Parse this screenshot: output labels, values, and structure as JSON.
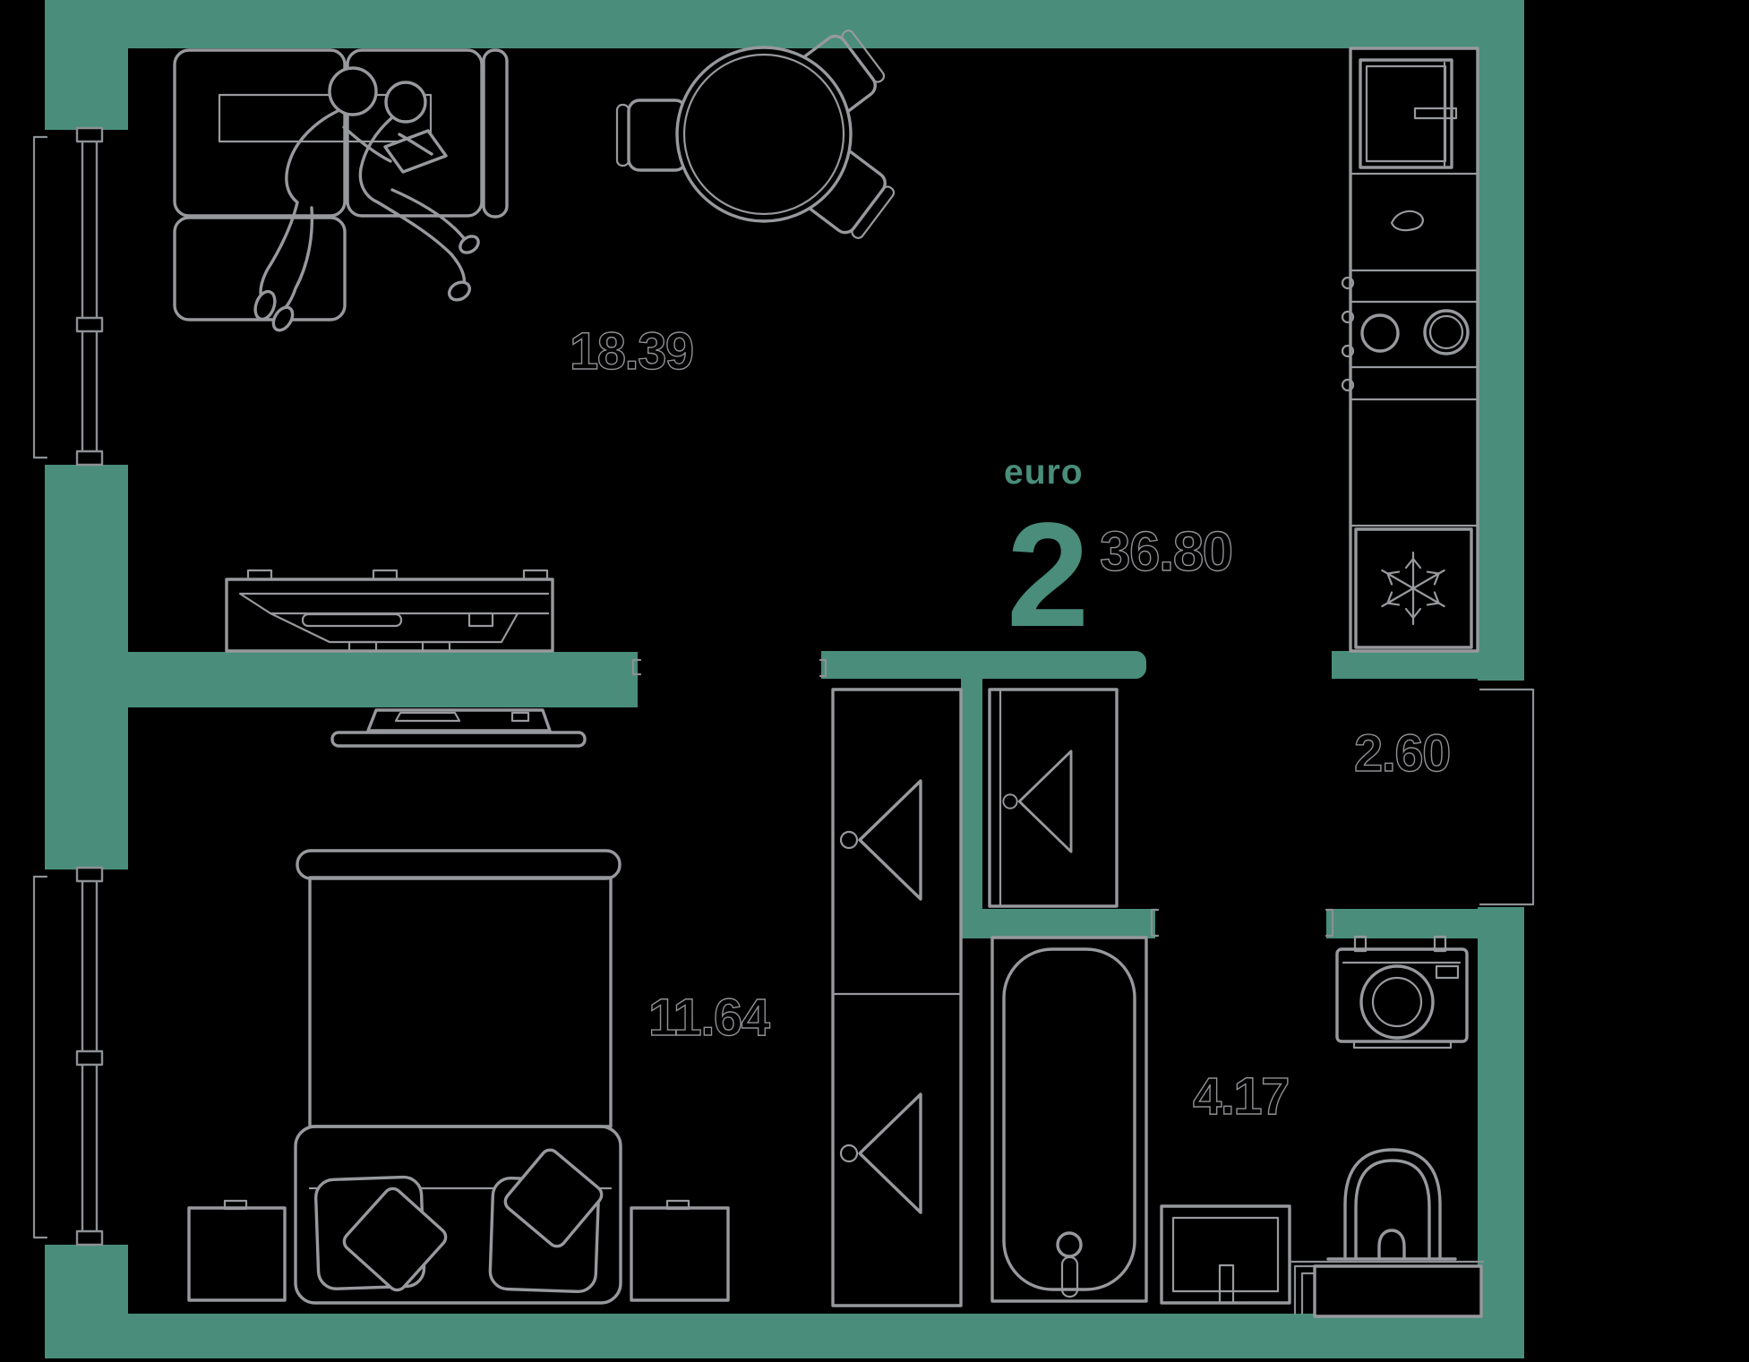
{
  "title": "apartment-floor-plan",
  "unit": {
    "layout_label": "euro",
    "rooms_count": "2",
    "total_area": "36.80"
  },
  "rooms": [
    {
      "name": "living-room-kitchen",
      "area": "18.39"
    },
    {
      "name": "bedroom",
      "area": "11.64"
    },
    {
      "name": "hallway",
      "area": "2.60"
    },
    {
      "name": "bathroom",
      "area": "4.17"
    }
  ],
  "icons": [
    "sofa-icon",
    "couple-reading-icon",
    "dining-table-icon",
    "chair-icon",
    "kitchen-sink-icon",
    "cooktop-icon",
    "fridge-snowflake-icon",
    "tv-console-icon",
    "tv-icon",
    "window-icon",
    "bed-icon",
    "pillow-icon",
    "nightstand-icon",
    "wardrobe-icon",
    "clothes-hanger-icon",
    "bathtub-icon",
    "vanity-cabinet-icon",
    "washing-machine-icon",
    "toilet-icon"
  ],
  "colors": {
    "background": "#000000",
    "wall": "#498d7a",
    "accent": "#498d7a",
    "line": "#97999d",
    "line-soft": "#8d9094",
    "label-outline": "#8f9094"
  }
}
